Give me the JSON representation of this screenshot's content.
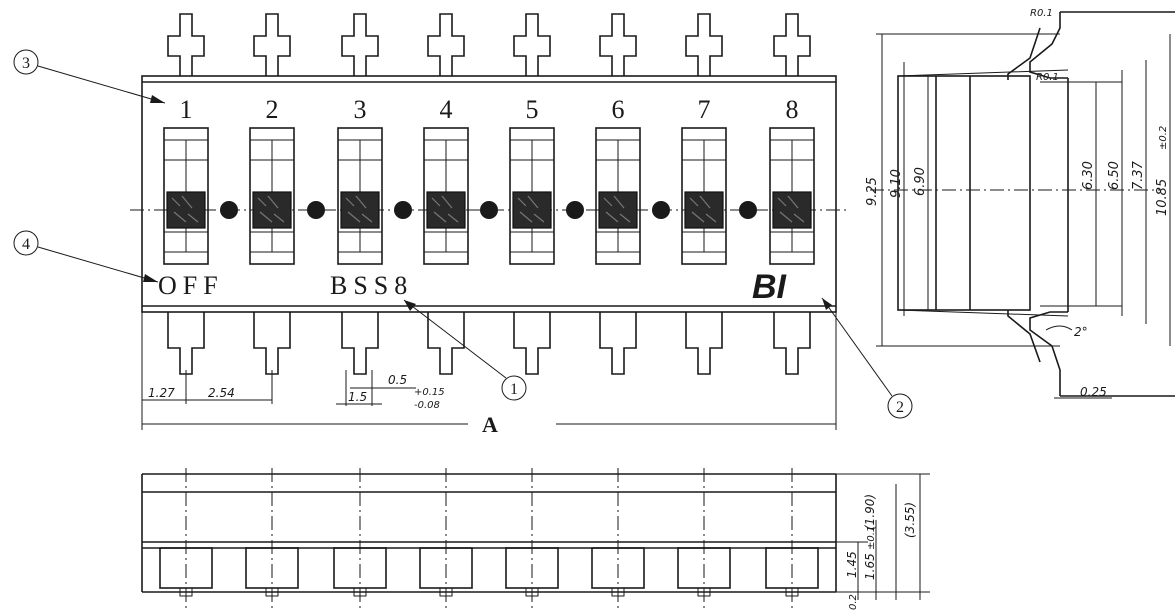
{
  "callouts": [
    "3",
    "4",
    "1",
    "2"
  ],
  "switch_numbers": [
    "1",
    "2",
    "3",
    "4",
    "5",
    "6",
    "7",
    "8"
  ],
  "off_label": "OFF",
  "part_label": "BSS8",
  "brand_logo": "BI",
  "view_label": "A",
  "dims_top": {
    "pitch_first": "1.27",
    "pitch": "2.54",
    "pin_width": "0.5",
    "pin_tol_plus": "+0.15",
    "pin_tol_minus": "-0.08",
    "pin_span": "1.5"
  },
  "dims_side": {
    "d1": "9.25",
    "d2": "9.10",
    "d3": "6.90",
    "d4": "6.30",
    "d5": "6.50",
    "d6": "7.37",
    "d7": "10.85",
    "d7_tol": "±0.2",
    "r1": "R0.1",
    "r2": "R0.1",
    "angle": "2°",
    "thickness": "0.25"
  },
  "dims_bottom": {
    "h1": "1.45",
    "h2": "1.65",
    "h2_tol": "±0.1",
    "h3": "(1.90)",
    "h4": "(3.55)",
    "h5": "0.2"
  }
}
